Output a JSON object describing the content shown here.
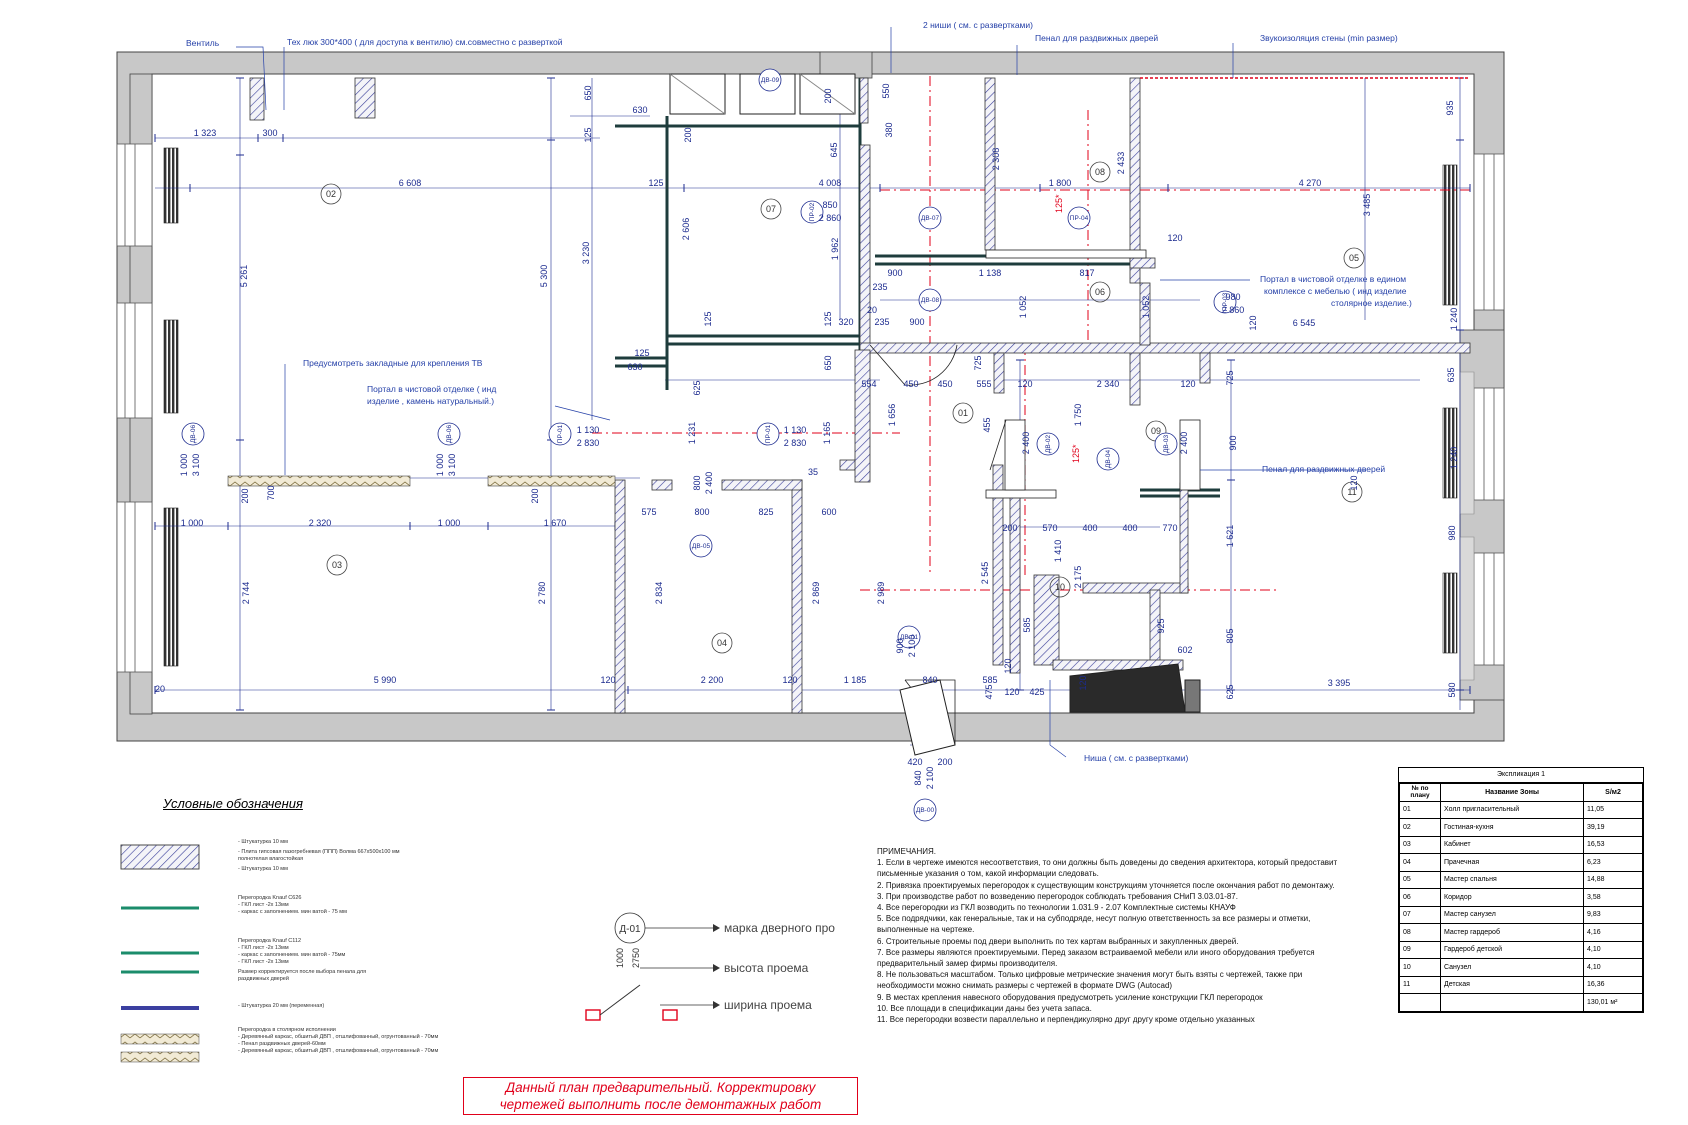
{
  "callouts": {
    "valve": "Вентиль",
    "hatch": "Тех люк 300*400 ( для доступа к вентилю)  см.совместно с разверткой",
    "niches2": "2 ниши ( см. с развертками)",
    "penal_top": "Пенал для раздвижных дверей",
    "soundproof": "Звукоизоляция стены (min размер)",
    "portal05_l1": "Портал в чистовой отделке в едином",
    "portal05_l2": "комплексе с мебелью ( инд изделие",
    "portal05_l3": "столярное изделие.)",
    "tv": "Предусмотреть закладные для крепления ТВ",
    "portal_stone_l1": "Портал в чистовой отделке ( инд",
    "portal_stone_l2": "изделие , камень натуральный.)",
    "penal_right": "Пенал для раздвижных дверей",
    "niche_bottom": "Ниша  ( см. с развертками)"
  },
  "rooms": [
    "01",
    "02",
    "03",
    "04",
    "05",
    "06",
    "07",
    "08",
    "09",
    "10",
    "11"
  ],
  "door_tags": {
    "dv09": "ДВ-09",
    "dv07": "ДВ-07",
    "dv08": "ДВ-08",
    "pr02": "ПР-02",
    "pr04": "ПР-04",
    "pr03": "ПР-03",
    "dv06a": "ДВ-06",
    "dv06b": "ДВ-06",
    "pr01a": "ПР-01",
    "pr01b": "ПР-01",
    "dv05": "ДВ-05",
    "dv02": "ДВ-02",
    "dv04": "ДВ-04",
    "dv03": "ДВ-03",
    "dv01": "ДВ-01",
    "dv00": "ДВ-00"
  },
  "dims": {
    "d1323": "1 323",
    "d300": "300",
    "d630a": "630",
    "d125a": "125",
    "d650a": "650",
    "d200a": "200",
    "d550": "550",
    "d380": "380",
    "d645": "645",
    "d935": "935",
    "d6608": "6 608",
    "d125b": "125",
    "d4008": "4 008",
    "d1800": "1 800",
    "d4270": "4 270",
    "d2308": "2 308",
    "d2433": "2 433",
    "d3485": "3 485",
    "d5261": "5 261",
    "d5300": "5 300",
    "d3230": "3 230",
    "d2606": "2 606",
    "d1962": "1 962",
    "d850": "850",
    "d2860a": "2 860",
    "d900a": "900",
    "d1138": "1 138",
    "d817": "817",
    "d120a": "120",
    "d980": "980",
    "d2860b": "2 860",
    "d235a": "235",
    "d235b": "235",
    "d20a": "20",
    "d320": "320",
    "d125c": "125",
    "d900b": "900",
    "d1052a": "1 052",
    "d1052b": "1 052",
    "d6545": "6 545",
    "d120b": "120",
    "d725a": "725",
    "d725b": "725",
    "d635": "635",
    "d630b": "630",
    "d125d": "125",
    "d625": "625",
    "d650b": "650",
    "d554": "554",
    "d450a": "450",
    "d450b": "450",
    "d555": "555",
    "d120c": "120",
    "d2340": "2 340",
    "d120d": "120",
    "d1656": "1 656",
    "d1750": "1 750",
    "d455": "455",
    "d900c": "900",
    "d1130a": "1 130",
    "d2830a": "2 830",
    "d1130b": "1 130",
    "d2830b": "2 830",
    "d1231": "1 231",
    "d1165": "1 165",
    "d35": "35",
    "d1000a": "1 000",
    "d3100a": "3 100",
    "d1000b": "1 000",
    "d3100b": "3 100",
    "d200b": "200",
    "d700": "700",
    "d200c": "200",
    "d575": "575",
    "d800a": "800",
    "d825": "825",
    "d600": "600",
    "d800b": "800",
    "d2400a": "2 400",
    "d2400b": "2 400",
    "d2400c": "2 400",
    "d1000c": "1 000",
    "d2320": "2 320",
    "d1000d": "1 000",
    "d1670": "1 670",
    "d200d": "200",
    "d570": "570",
    "d400a": "400",
    "d400b": "400",
    "d770": "770",
    "d1621": "1 621",
    "d980b": "980",
    "d2744": "2 744",
    "d2780": "2 780",
    "d2834": "2 834",
    "d2869": "2 869",
    "d2989": "2 989",
    "d2545": "2 545",
    "d1410": "1 410",
    "d2175": "2 175",
    "d585": "585",
    "d925": "925",
    "d805": "805",
    "d602": "602",
    "d5990": "5 990",
    "d120e": "120",
    "d2200": "2 200",
    "d120f": "120",
    "d1185": "1 185",
    "d840a": "840",
    "d585b": "585",
    "d120g": "120",
    "d425": "425",
    "d120h": "120",
    "d625b": "625",
    "d3395": "3 395",
    "d475": "475",
    "d120i": "120",
    "d420": "420",
    "d200e": "200",
    "d840b": "840",
    "d2100a": "2 100",
    "d2100b": "2 100",
    "d900d": "900",
    "d1240": "1 240",
    "d120j": "120",
    "d20b": "20",
    "d125e": "125",
    "d580": "580"
  },
  "legend": {
    "title": "Условные обозначения",
    "i1a": "- Штукатурка 10 мм",
    "i1b": "- Плита гипсовая пазогребневая (ППП) Волма 667x500x100 мм",
    "i1c": "полнотелая влагостойкая",
    "i1d": "- Штукатурка 10 мм",
    "i2a": "Перегородка Knauf C626",
    "i2b": "- ГКЛ лист  -2х 13мм",
    "i2c": "- каркас с заполнением. мин ватой - 75 мм",
    "i3a": "Перегородка Knauf C112",
    "i3b": "- ГКЛ лист  -2х 13мм",
    "i3c": "- каркас с заполнением. мин ватой - 75мм",
    "i3d": "- ГКЛ лист  -2х 13мм",
    "i3e": "Размер корректируется после выбора пенала для",
    "i3f": "раздвижных дверей",
    "i4a": "- Штукатурка 20 мм (переменная)",
    "i5a": "Перегородка в столярном исполнении",
    "i5b": "- Деревянный каркас, обшитый ДВП , отшлифованный, огрунтованный - 70мм",
    "i5c": "- Пенал раздвижных дверей-60мм",
    "i5d": "- Деревянный каркас, обшитый ДВП , отшлифованный, огрунтованный - 70мм"
  },
  "door_legend": {
    "tag": "Д-01",
    "h1": "1000",
    "h2": "2750",
    "mark": "марка дверного про",
    "height": "высота проема",
    "width": "ширина проема"
  },
  "notes": [
    "ПРИМЕЧАНИЯ.",
    "1.   Если в чертеже имеются несоответствия, то они должны быть доведены до сведения архитектора, который предоставит",
    "письменные указания о том, какой информации следовать.",
    "2.   Привязка проектируемых перегородок к существующим конструкциям уточняется после окончания работ по демонтажу.",
    "3.   При производстве работ по возведению перегородок соблюдать требования СНиП 3.03.01-87.",
    "4.   Все перегородки из ГКЛ возводить по технологии 1.031.9 - 2.07 Комплектные системы КНАУФ",
    "5.   Все подрядчики, как генеральные, так и на субподряде, несут полную ответственность за все размеры и отметки,",
    "выполненные на чертеже.",
    "6.   Строительные проемы под двери выполнить по тех картам выбранных и закупленных дверей.",
    "7.   Все размеры являются проектируемыми. Перед заказом встраиваемой мебели или иного оборудования требуется",
    "предварительный замер фирмы производителя.",
    "8.   Не пользоваться масштабом. Только цифровые метрические значения могут быть взяты с чертежей, также при",
    "необходимости можно снимать размеры с чертежей в формате DWG (Autocad)",
    "9.   В местах крепления навесного оборудования предусмотреть усиление конструкции ГКЛ перегородок",
    "10. Все площади в спецификации даны без учета запаса.",
    "11. Все перегородки возвести параллельно и перпендикулярно друг другу кроме отдельно указанных"
  ],
  "explication": {
    "title": "Экспликация 1",
    "headers": [
      "№ по плану",
      "Название Зоны",
      "S/м2"
    ],
    "rows": [
      [
        "01",
        "Холл пригласительный",
        "11,05"
      ],
      [
        "02",
        "Гостиная-кухня",
        "39,19"
      ],
      [
        "03",
        "Кабинет",
        "16,53"
      ],
      [
        "04",
        "Прачечная",
        "6,23"
      ],
      [
        "05",
        "Мастер спальня",
        "14,88"
      ],
      [
        "06",
        "Коридор",
        "3,58"
      ],
      [
        "07",
        "Мастер санузел",
        "9,83"
      ],
      [
        "08",
        "Мастер гардероб",
        "4,16"
      ],
      [
        "09",
        "Гардероб детской",
        "4,10"
      ],
      [
        "10",
        "Санузел",
        "4,10"
      ],
      [
        "11",
        "Детская",
        "16,36"
      ],
      [
        "",
        "",
        "130,01 м²"
      ]
    ]
  },
  "warning": {
    "line1": "Данный план предварительный. Корректировку",
    "line2": "чертежей выполнить после демонтажных работ"
  },
  "colors": {
    "wall": "#c8c8c8",
    "dim": "#1c2b8f",
    "partition": "#1e3c3c",
    "axis": "#e0001a",
    "callout": "#2540a8"
  }
}
